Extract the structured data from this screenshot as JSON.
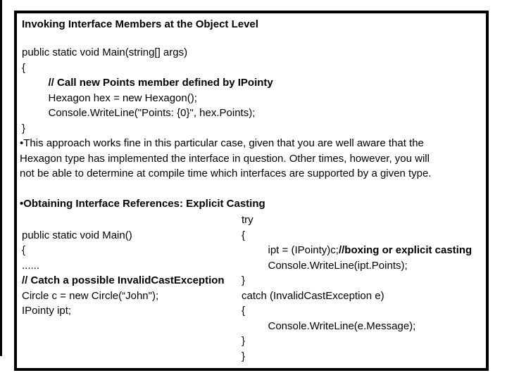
{
  "colors": {
    "text": "#000000",
    "background": "#ffffff",
    "border": "#000000"
  },
  "slide": {
    "title": "Invoking Interface Members at the Object Level",
    "code_block_main": {
      "lines": [
        [
          {
            "t": "public static void Main(string[] args)"
          }
        ],
        [
          {
            "t": "{"
          }
        ],
        [
          {
            "t": "         "
          },
          {
            "t": "// Call new Points member defined by IPointy",
            "b": true
          }
        ],
        [
          {
            "t": "         Hexagon hex = new Hexagon();"
          }
        ],
        [
          {
            "t": "         Console.WriteLine(\"Points: {0}\", hex.Points);"
          }
        ],
        [
          {
            "t": "}"
          }
        ]
      ]
    },
    "paragraph": {
      "lines": [
        "•This approach works fine in this particular case, given that you are well aware that the",
        "Hexagon type has implemented the interface in question. Other times, however, you will",
        "not be able to determine at compile time which interfaces are supported by a given type."
      ]
    },
    "section_heading": "•Obtaining Interface References: Explicit Casting",
    "columns": {
      "rows": [
        {
          "left": [],
          "right": [
            {
              "t": "try"
            }
          ]
        },
        {
          "left": [
            {
              "t": "public static void Main()"
            }
          ],
          "right": [
            {
              "t": "{"
            }
          ]
        },
        {
          "left": [
            {
              "t": "{"
            }
          ],
          "right": [
            {
              "t": "         ipt = (IPointy)c;"
            },
            {
              "t": "//boxing or explicit casting",
              "b": true
            }
          ]
        },
        {
          "left": [
            {
              "t": "......"
            }
          ],
          "right": [
            {
              "t": "         Console.WriteLine(ipt.Points);"
            }
          ]
        },
        {
          "left": [
            {
              "t": "// Catch a possible InvalidCastException",
              "b": true
            }
          ],
          "right": [
            {
              "t": "}"
            }
          ]
        },
        {
          "left": [
            {
              "t": "Circle c = new Circle(“John\");"
            }
          ],
          "right": [
            {
              "t": "catch (InvalidCastException e)"
            }
          ]
        },
        {
          "left": [
            {
              "t": "IPointy ipt;"
            }
          ],
          "right": [
            {
              "t": "{"
            }
          ]
        },
        {
          "left": [],
          "right": [
            {
              "t": "         Console.WriteLine(e.Message);"
            }
          ]
        },
        {
          "left": [],
          "right": [
            {
              "t": "}"
            }
          ]
        },
        {
          "left": [],
          "right": [
            {
              "t": "}"
            }
          ]
        }
      ]
    }
  }
}
